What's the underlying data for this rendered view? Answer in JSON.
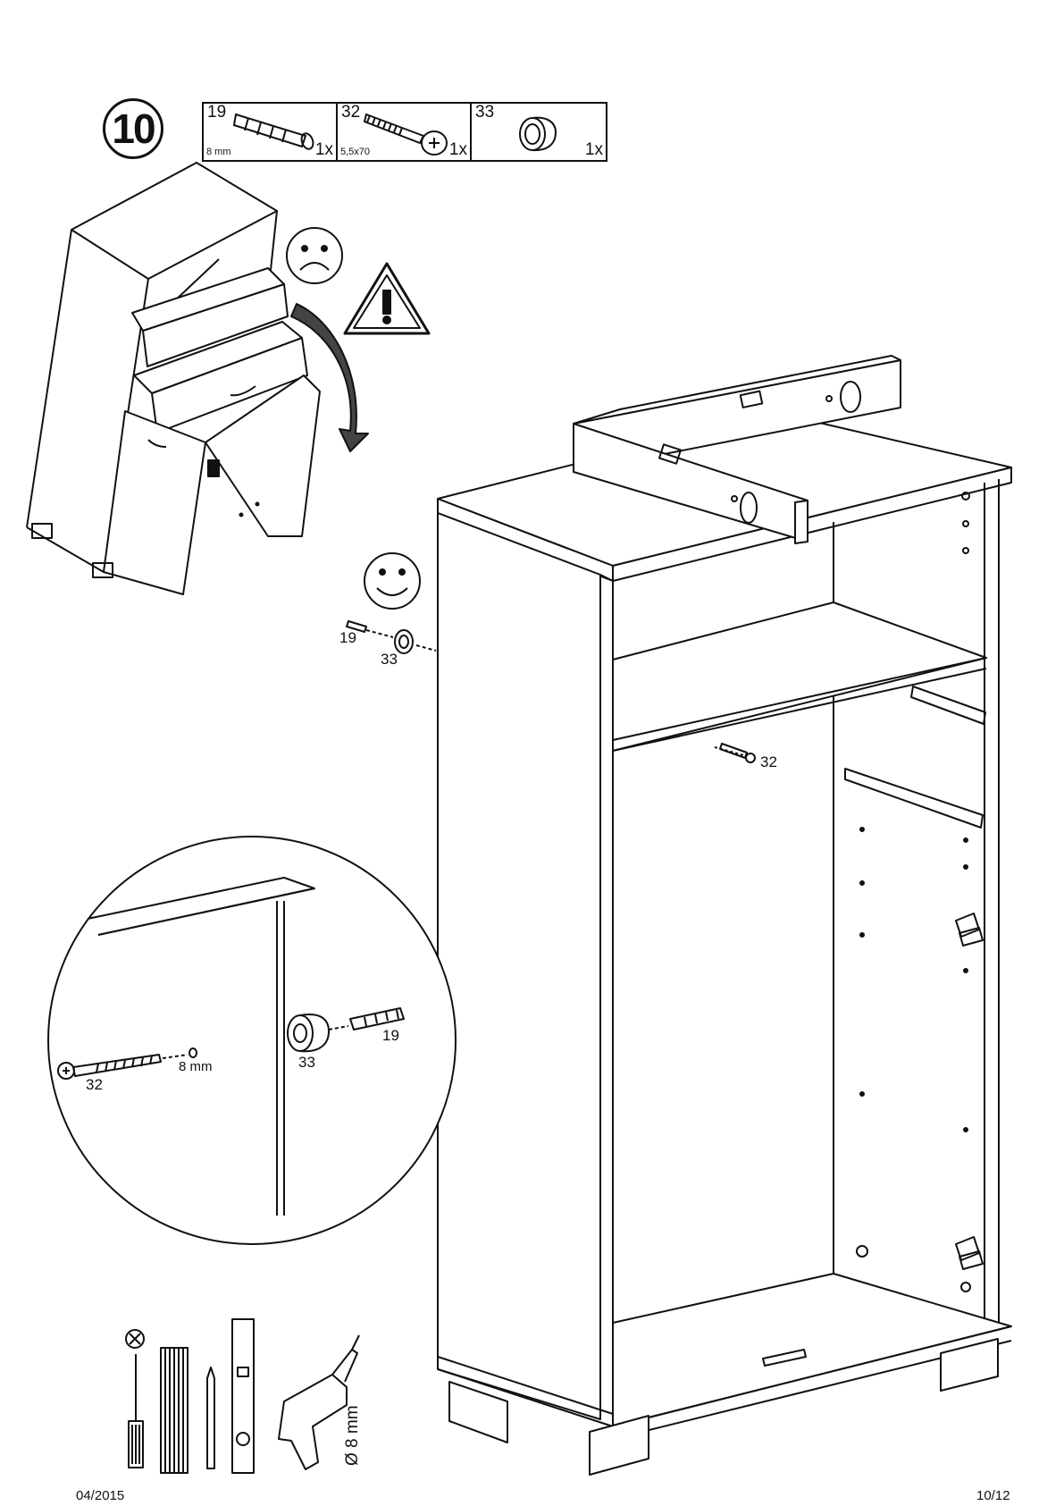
{
  "step": {
    "number": "10"
  },
  "parts": [
    {
      "id": "19",
      "size": "8 mm",
      "qty": "1x",
      "icon": "dowel-plug-icon"
    },
    {
      "id": "32",
      "size": "5,5x70",
      "qty": "1x",
      "icon": "screw-icon"
    },
    {
      "id": "33",
      "size": "",
      "qty": "1x",
      "icon": "spacer-ring-icon"
    }
  ],
  "callouts": {
    "dowel": "19",
    "spacer": "33",
    "screw": "32",
    "detail_screw": "32",
    "detail_hole": "8 mm",
    "detail_spacer": "33",
    "detail_dowel": "19"
  },
  "tools": {
    "drill_bit": "Ø 8 mm"
  },
  "footer": {
    "date": "04/2015",
    "page": "10/12"
  }
}
